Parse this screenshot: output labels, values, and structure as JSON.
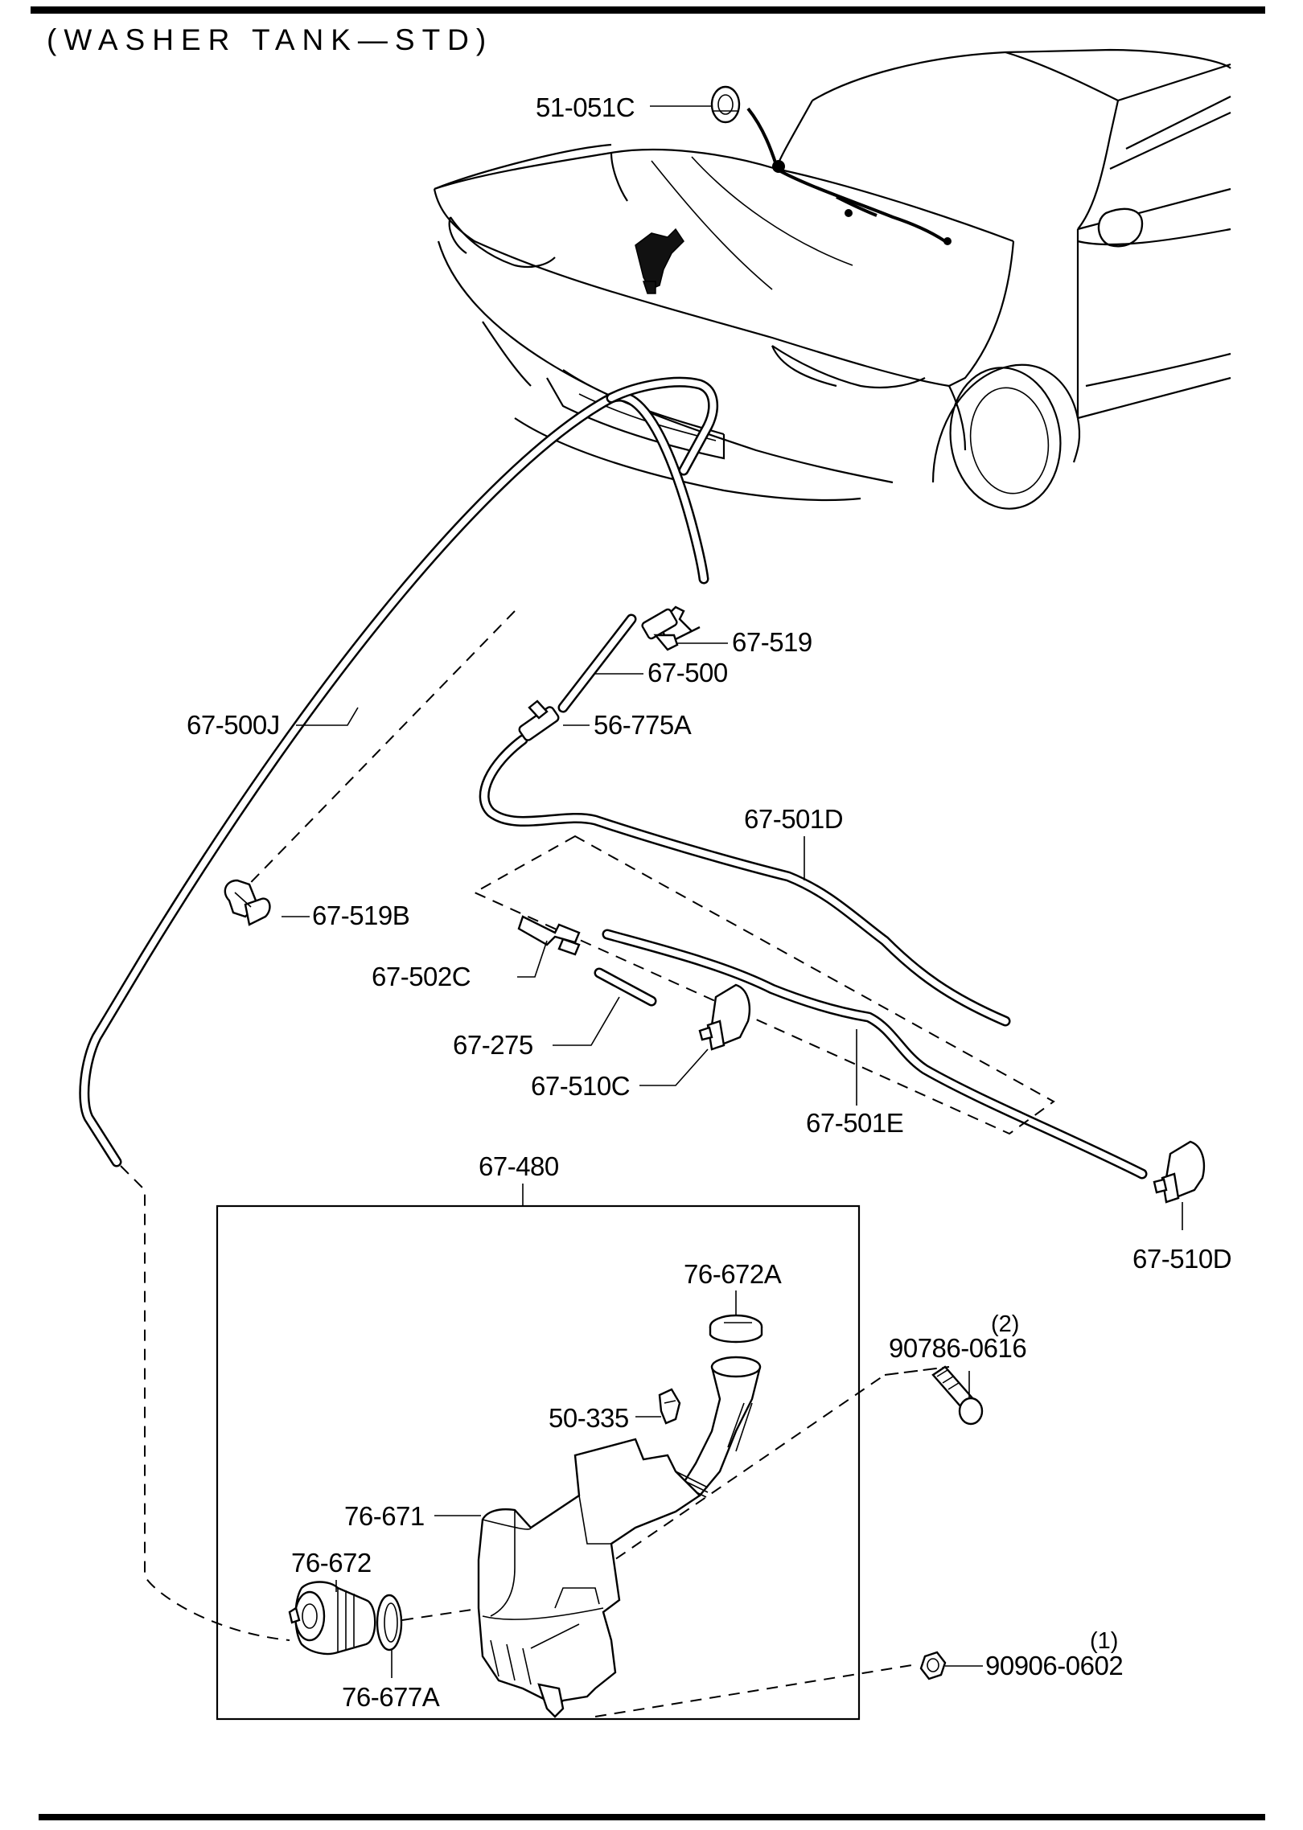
{
  "title": "(WASHER TANK—STD)",
  "callouts": {
    "c51_051c": "51-051C",
    "c67_519": "67-519",
    "c67_500": "67-500",
    "c67_500j": "67-500J",
    "c56_775a": "56-775A",
    "c67_501d": "67-501D",
    "c67_519b": "67-519B",
    "c67_502c": "67-502C",
    "c67_275": "67-275",
    "c67_510c": "67-510C",
    "c67_501e": "67-501E",
    "c67_480": "67-480",
    "c67_510d": "67-510D",
    "c76_672a": "76-672A",
    "c90786_0616": "90786-0616",
    "c90786_0616_qty": "(2)",
    "c50_335": "50-335",
    "c76_671": "76-671",
    "c76_672": "76-672",
    "c76_677a": "76-677A",
    "c90906_0602": "90906-0602",
    "c90906_0602_qty": "(1)"
  }
}
